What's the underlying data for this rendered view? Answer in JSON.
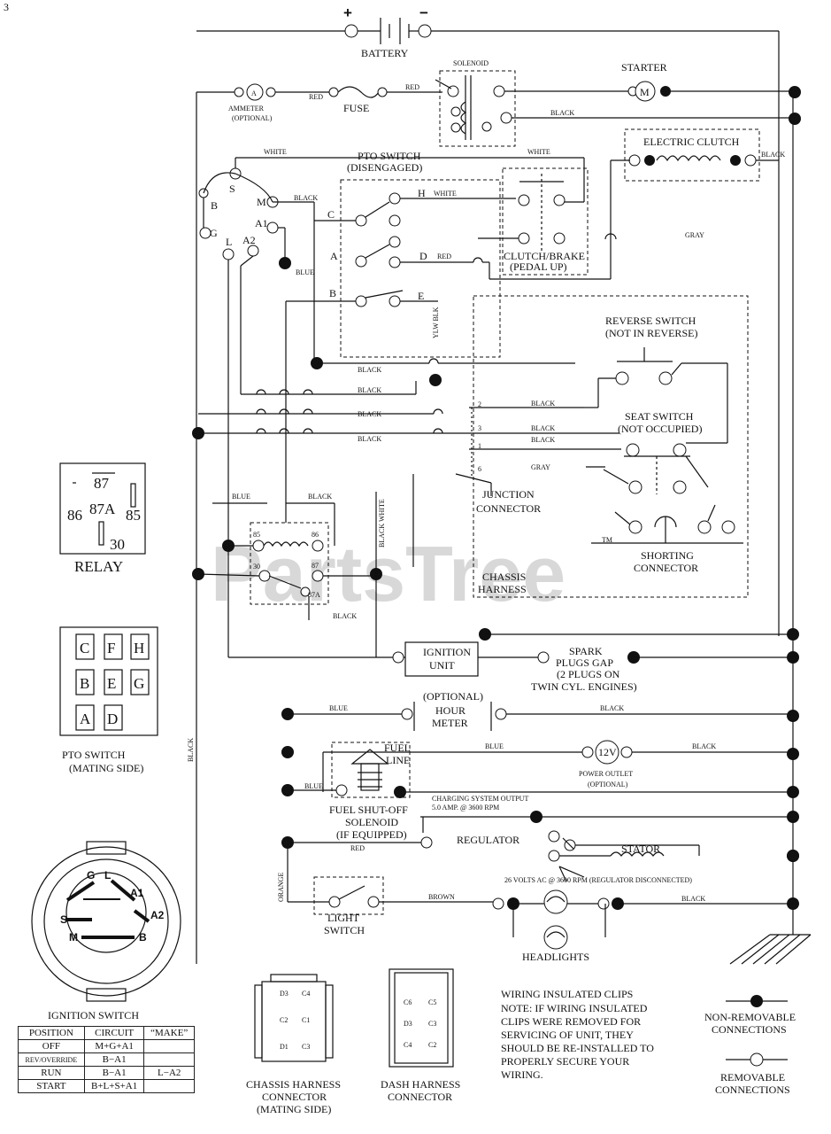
{
  "page_number": "3",
  "watermark": {
    "text": "PartsTree",
    "tm": "TM"
  },
  "battery": {
    "label": "BATTERY",
    "plus": "+",
    "minus": "−"
  },
  "solenoid": {
    "label": "SOLENOID"
  },
  "starter": {
    "label": "STARTER",
    "symbol": "M"
  },
  "ammeter": {
    "label": "AMMETER",
    "sub": "(OPTIONAL)",
    "symbol": "A"
  },
  "fuse": {
    "label": "FUSE"
  },
  "electric_clutch": {
    "label": "ELECTRIC CLUTCH"
  },
  "pto_switch": {
    "label": "PTO SWITCH",
    "sub": "(DISENGAGED)",
    "terms": {
      "c": "C",
      "h": "H",
      "a": "A",
      "d": "D",
      "b": "B",
      "e": "E"
    }
  },
  "clutch_brake": {
    "label": "CLUTCH/BRAKE",
    "sub": "(PEDAL UP)"
  },
  "reverse_switch": {
    "label": "REVERSE SWITCH",
    "sub": "(NOT IN REVERSE)"
  },
  "seat_switch": {
    "label": "SEAT SWITCH",
    "sub": "(NOT OCCUPIED)"
  },
  "junction": {
    "label": "JUNCTION",
    "label2": "CONNECTOR",
    "pins": [
      "2",
      "3",
      "1",
      "6"
    ]
  },
  "chassis_harness": {
    "label": "CHASSIS",
    "label2": "HARNESS"
  },
  "shorting_connector": {
    "label": "SHORTING",
    "label2": "CONNECTOR"
  },
  "ignition_unit": {
    "label": "IGNITION",
    "label2": "UNIT"
  },
  "spark_plugs": {
    "l1": "SPARK",
    "l2": "PLUGS GAP",
    "l3": "(2 PLUGS ON",
    "l4": "TWIN CYL. ENGINES)"
  },
  "hour_meter": {
    "optional": "(OPTIONAL)",
    "l1": "HOUR",
    "l2": "METER"
  },
  "fuel_line": {
    "l1": "FUEL",
    "l2": "LINE"
  },
  "power_outlet": {
    "symbol": "12V",
    "l1": "POWER OUTLET",
    "l2": "(OPTIONAL)"
  },
  "fuel_solenoid": {
    "l1": "FUEL SHUT-OFF",
    "l2": "SOLENOID",
    "l3": "(IF EQUIPPED)"
  },
  "charging": {
    "l1": "CHARGING SYSTEM OUTPUT",
    "l2": "5.0 AMP. @ 3600 RPM"
  },
  "regulator": {
    "label": "REGULATOR"
  },
  "stator": {
    "label": "STATOR",
    "note": "26 VOLTS AC @ 3600 RPM (REGULATOR DISCONNECTED)"
  },
  "light_switch": {
    "l1": "LIGHT",
    "l2": "SWITCH"
  },
  "headlights": {
    "label": "HEADLIGHTS"
  },
  "wire_colors": {
    "red": "RED",
    "black": "BLACK",
    "white": "WHITE",
    "blue": "BLUE",
    "gray": "GRAY",
    "brown": "BROWN",
    "orange": "ORANGE",
    "black_white": "BLACK WHITE",
    "ylo_blk": "YLW BLK"
  },
  "relay": {
    "title": "RELAY",
    "pins": {
      "p87": "87",
      "p86": "86",
      "p87a": "87A",
      "p85": "85",
      "p30": "30"
    }
  },
  "relay_circuit": {
    "p85": "85",
    "p86": "86",
    "p30": "30",
    "p87": "87",
    "p87a": "87A"
  },
  "pto_mating": {
    "title": "PTO SWITCH",
    "sub": "(MATING SIDE)",
    "cells": [
      "C",
      "F",
      "H",
      "B",
      "E",
      "G",
      "A",
      "D"
    ]
  },
  "ignition_switch": {
    "title": "IGNITION SWITCH",
    "face": {
      "g": "G",
      "l": "L",
      "a1": "A1",
      "a2": "A2",
      "s": "S",
      "m": "M",
      "b": "B"
    },
    "table": {
      "headers": [
        "POSITION",
        "CIRCUIT",
        "“MAKE”"
      ],
      "rows": [
        {
          "pos": "OFF",
          "circ": "M+G+A1",
          "make": ""
        },
        {
          "pos": "REV/OVERRIDE",
          "circ": "B−A1",
          "make": ""
        },
        {
          "pos": "RUN",
          "circ": "B−A1",
          "make": "L−A2"
        },
        {
          "pos": "START",
          "circ": "B+L+S+A1",
          "make": ""
        }
      ]
    }
  },
  "chassis_connector": {
    "l1": "CHASSIS HARNESS",
    "l2": "CONNECTOR",
    "l3": "(MATING SIDE)",
    "pins": [
      "D3",
      "C4",
      "C2",
      "C1",
      "D1",
      "C3"
    ]
  },
  "dash_connector": {
    "l1": "DASH HARNESS",
    "l2": "CONNECTOR",
    "pins": [
      "C6",
      "C5",
      "D3",
      "C3",
      "C4",
      "C2"
    ]
  },
  "clips_note": {
    "l1": "WIRING INSULATED CLIPS",
    "l2": "NOTE: IF WIRING INSULATED",
    "l3": "CLIPS WERE REMOVED FOR",
    "l4": "SERVICING OF UNIT, THEY",
    "l5": "SHOULD BE RE-INSTALLED TO",
    "l6": "PROPERLY SECURE YOUR",
    "l7": "WIRING."
  },
  "legend": {
    "non_removable_1": "NON-REMOVABLE",
    "non_removable_2": "CONNECTIONS",
    "removable_1": "REMOVABLE",
    "removable_2": "CONNECTIONS"
  },
  "ign_letters": {
    "s": "S",
    "b": "B",
    "m": "M",
    "g": "G",
    "l": "L",
    "a1": "A1",
    "a2": "A2"
  }
}
